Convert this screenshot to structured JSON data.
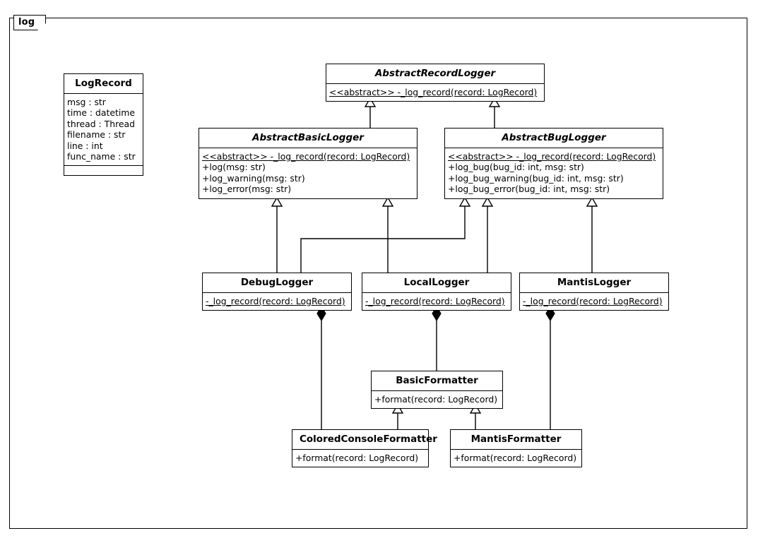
{
  "package": {
    "name": "log"
  },
  "classes": {
    "log_record": {
      "name": "LogRecord",
      "abstract": false,
      "attributes": [
        "msg : str",
        "time : datetime",
        "thread  : Thread",
        "filename : str",
        "line : int",
        "func_name : str"
      ],
      "methods": []
    },
    "abstract_record_logger": {
      "name": "AbstractRecordLogger",
      "abstract": true,
      "methods": [
        "<<abstract>> -_log_record(record: LogRecord)"
      ]
    },
    "abstract_basic_logger": {
      "name": "AbstractBasicLogger",
      "abstract": true,
      "methods": [
        "<<abstract>> -_log_record(record: LogRecord)",
        "+log(msg: str)",
        "+log_warning(msg: str)",
        "+log_error(msg: str)"
      ]
    },
    "abstract_bug_logger": {
      "name": "AbstractBugLogger",
      "abstract": true,
      "methods": [
        "<<abstract>> -_log_record(record: LogRecord)",
        "+log_bug(bug_id: int, msg: str)",
        "+log_bug_warning(bug_id: int, msg: str)",
        "+log_bug_error(bug_id: int, msg: str)"
      ]
    },
    "debug_logger": {
      "name": "DebugLogger",
      "abstract": false,
      "methods": [
        "-_log_record(record: LogRecord)"
      ]
    },
    "local_logger": {
      "name": "LocalLogger",
      "abstract": false,
      "methods": [
        "-_log_record(record: LogRecord)"
      ]
    },
    "mantis_logger": {
      "name": "MantisLogger",
      "abstract": false,
      "methods": [
        "-_log_record(record: LogRecord)"
      ]
    },
    "basic_formatter": {
      "name": "BasicFormatter",
      "abstract": false,
      "methods": [
        "+format(record: LogRecord)"
      ]
    },
    "colored_console_formatter": {
      "name": "ColoredConsoleFormatter",
      "abstract": false,
      "methods": [
        "+format(record: LogRecord)"
      ]
    },
    "mantis_formatter": {
      "name": "MantisFormatter",
      "abstract": false,
      "methods": [
        "+format(record: LogRecord)"
      ]
    }
  },
  "relationships": [
    {
      "type": "generalization",
      "from": "AbstractBasicLogger",
      "to": "AbstractRecordLogger"
    },
    {
      "type": "generalization",
      "from": "AbstractBugLogger",
      "to": "AbstractRecordLogger"
    },
    {
      "type": "generalization",
      "from": "DebugLogger",
      "to": "AbstractBasicLogger"
    },
    {
      "type": "generalization",
      "from": "LocalLogger",
      "to": "AbstractBasicLogger"
    },
    {
      "type": "generalization",
      "from": "DebugLogger",
      "to": "AbstractBugLogger"
    },
    {
      "type": "generalization",
      "from": "LocalLogger",
      "to": "AbstractBugLogger"
    },
    {
      "type": "generalization",
      "from": "MantisLogger",
      "to": "AbstractBugLogger"
    },
    {
      "type": "generalization",
      "from": "ColoredConsoleFormatter",
      "to": "BasicFormatter"
    },
    {
      "type": "generalization",
      "from": "MantisFormatter",
      "to": "BasicFormatter"
    },
    {
      "type": "composition",
      "from": "DebugLogger",
      "to": "ColoredConsoleFormatter"
    },
    {
      "type": "composition",
      "from": "LocalLogger",
      "to": "BasicFormatter"
    },
    {
      "type": "composition",
      "from": "MantisLogger",
      "to": "MantisFormatter"
    }
  ],
  "colors": {
    "stroke": "#000000",
    "fill": "#ffffff"
  }
}
